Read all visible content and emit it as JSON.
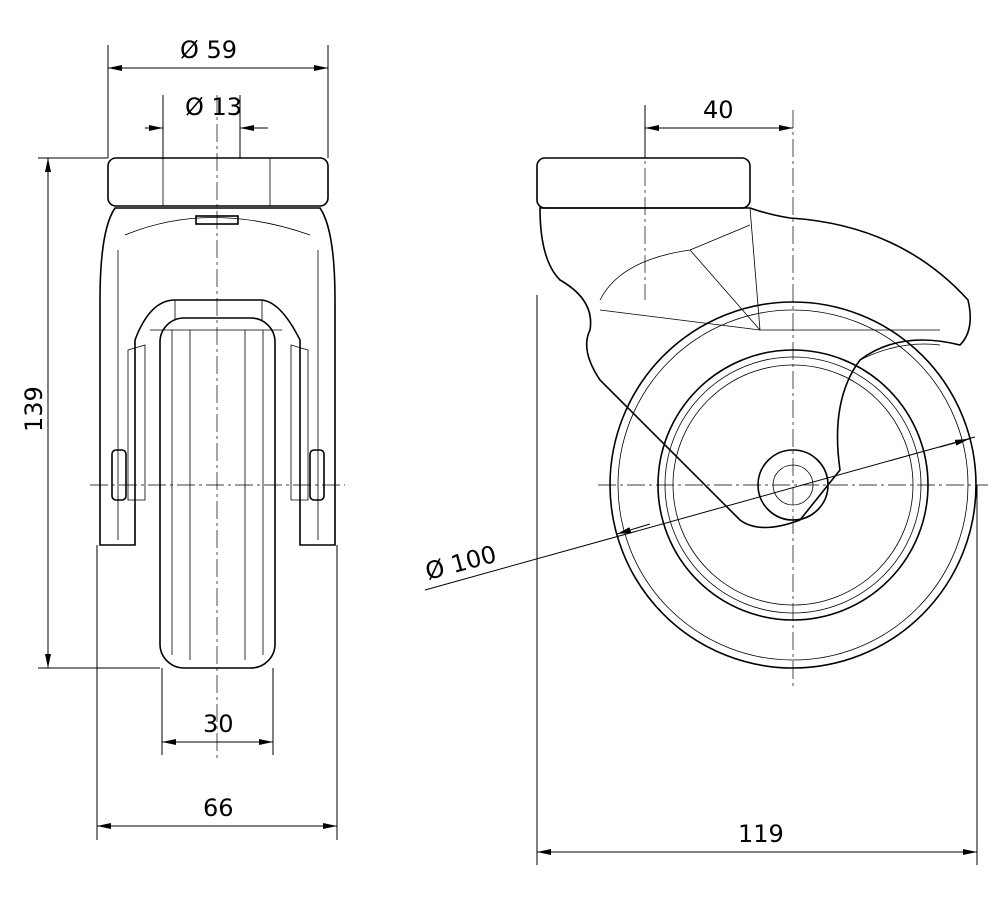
{
  "drawing": {
    "title": "Swivel castor with bolt hole – technical drawing",
    "front_view": {
      "top_plate_diameter": "Ø 59",
      "bolt_hole_diameter": "Ø 13",
      "overall_height": "139",
      "wheel_width": "30",
      "overall_width": "66"
    },
    "side_view": {
      "swivel_offset": "40",
      "wheel_diameter": "Ø 100",
      "swivel_radius_length": "119"
    }
  }
}
